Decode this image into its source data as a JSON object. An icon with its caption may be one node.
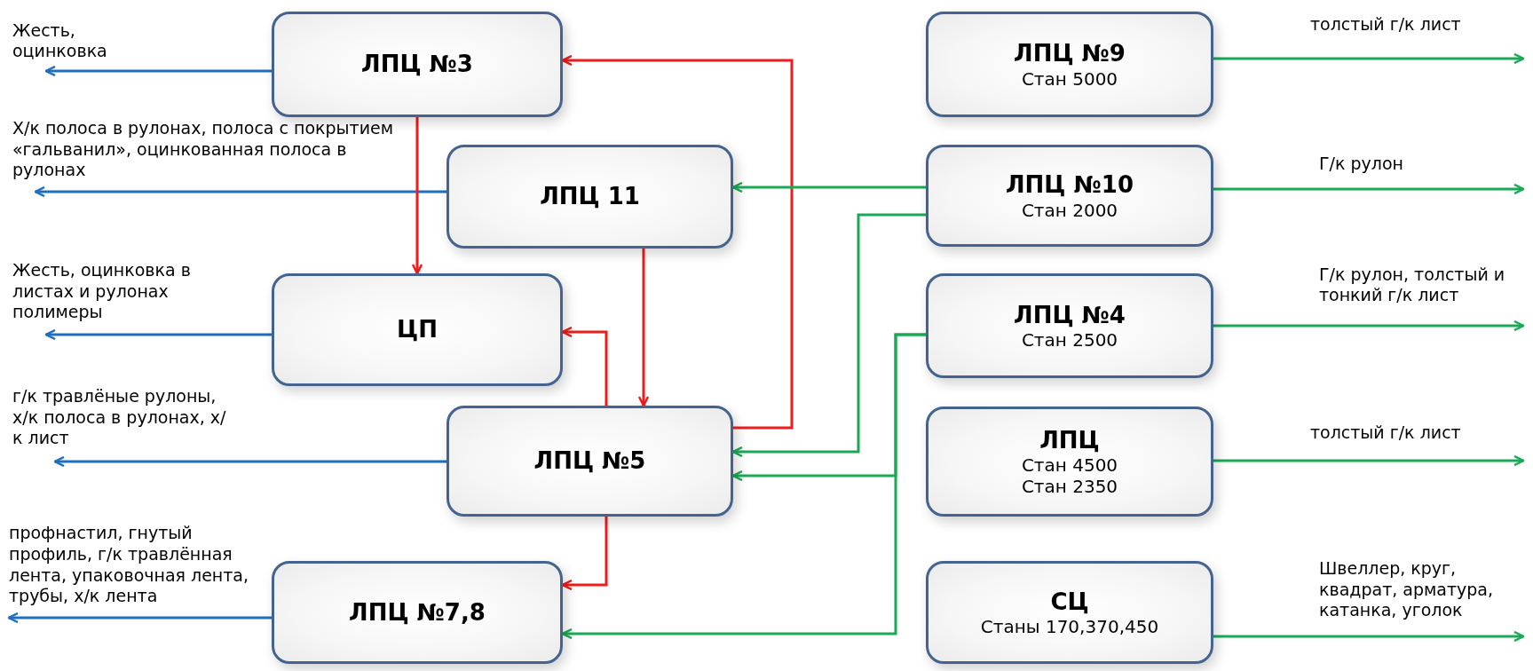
{
  "diagram": {
    "nodes": [
      {
        "text": [
          "ЛПЦ №3"
        ]
      },
      {
        "text": [
          "ЛПЦ 11"
        ]
      },
      {
        "text": [
          "ЦП"
        ]
      },
      {
        "text": [
          "ЛПЦ №5"
        ]
      },
      {
        "text": [
          "ЛПЦ №7,8"
        ]
      },
      {
        "text": [
          "ЛПЦ №9",
          "Стан 5000"
        ]
      },
      {
        "text": [
          "ЛПЦ №10",
          "Стан 2000"
        ]
      },
      {
        "text": [
          "ЛПЦ №4",
          "Стан 2500"
        ]
      },
      {
        "text": [
          "ЛПЦ",
          "Стан 4500",
          "Стан 2350"
        ]
      },
      {
        "text": [
          "СЦ",
          "Станы 170,370,450"
        ]
      }
    ],
    "edges": [
      {
        "from": 0,
        "to": null,
        "arrow": "to",
        "label": "Жесть, оцинковка",
        "color": "#1f6fbf"
      },
      {
        "from": 1,
        "to": null,
        "arrow": "to",
        "label": "Х/к полоса в рулонах, полоса с покрытием «гальванил», оцинкованная полоса в рулонах",
        "color": "#1f6fbf"
      },
      {
        "from": 2,
        "to": null,
        "arrow": "to",
        "label": "Жесть, оцинковка в листах и рулонах полимеры",
        "color": "#1f6fbf"
      },
      {
        "from": 3,
        "to": null,
        "arrow": "to",
        "label": "г/к травлёные рулоны, х/к полоса в рулонах, х/к лист",
        "color": "#1f6fbf"
      },
      {
        "from": 4,
        "to": null,
        "arrow": "to",
        "label": "профнастил, гнутый профиль, г/к травлённая лента, упаковочная лента, трубы,  х/к лента",
        "color": "#1f6fbf"
      },
      {
        "from": 5,
        "to": null,
        "arrow": "to",
        "label": "толстый г/к лист"
      },
      {
        "from": 6,
        "to": null,
        "arrow": "to",
        "label": "Г/к рулон"
      },
      {
        "from": 7,
        "to": null,
        "arrow": "to",
        "label": "Г/к рулон, толстый и тонкий г/к лист"
      },
      {
        "from": 8,
        "to": null,
        "arrow": "to",
        "label": "толстый г/к лист"
      },
      {
        "from": 9,
        "to": null,
        "arrow": "to",
        "label": "Швеллер, круг, квадрат, арматура, катанка, уголок"
      },
      {
        "from": 0,
        "to": 2,
        "arrow": "to",
        "color": "#ee1c1c"
      },
      {
        "from": 1,
        "to": 3,
        "arrow": "to",
        "color": "#ee1c1c"
      },
      {
        "from": 3,
        "to": 2,
        "arrow": "to",
        "color": "#ee1c1c"
      },
      {
        "from": 3,
        "to": 0,
        "arrow": "to",
        "color": "#ee1c1c"
      },
      {
        "from": 3,
        "to": 4,
        "arrow": "to",
        "color": "#ee1c1c"
      },
      {
        "from": 6,
        "to": 1,
        "arrow": "to"
      },
      {
        "from": 6,
        "to": 3,
        "arrow": "to"
      },
      {
        "from": 7,
        "to": 3,
        "arrow": "to"
      },
      {
        "from": 7,
        "to": 4,
        "arrow": "to"
      }
    ]
  }
}
